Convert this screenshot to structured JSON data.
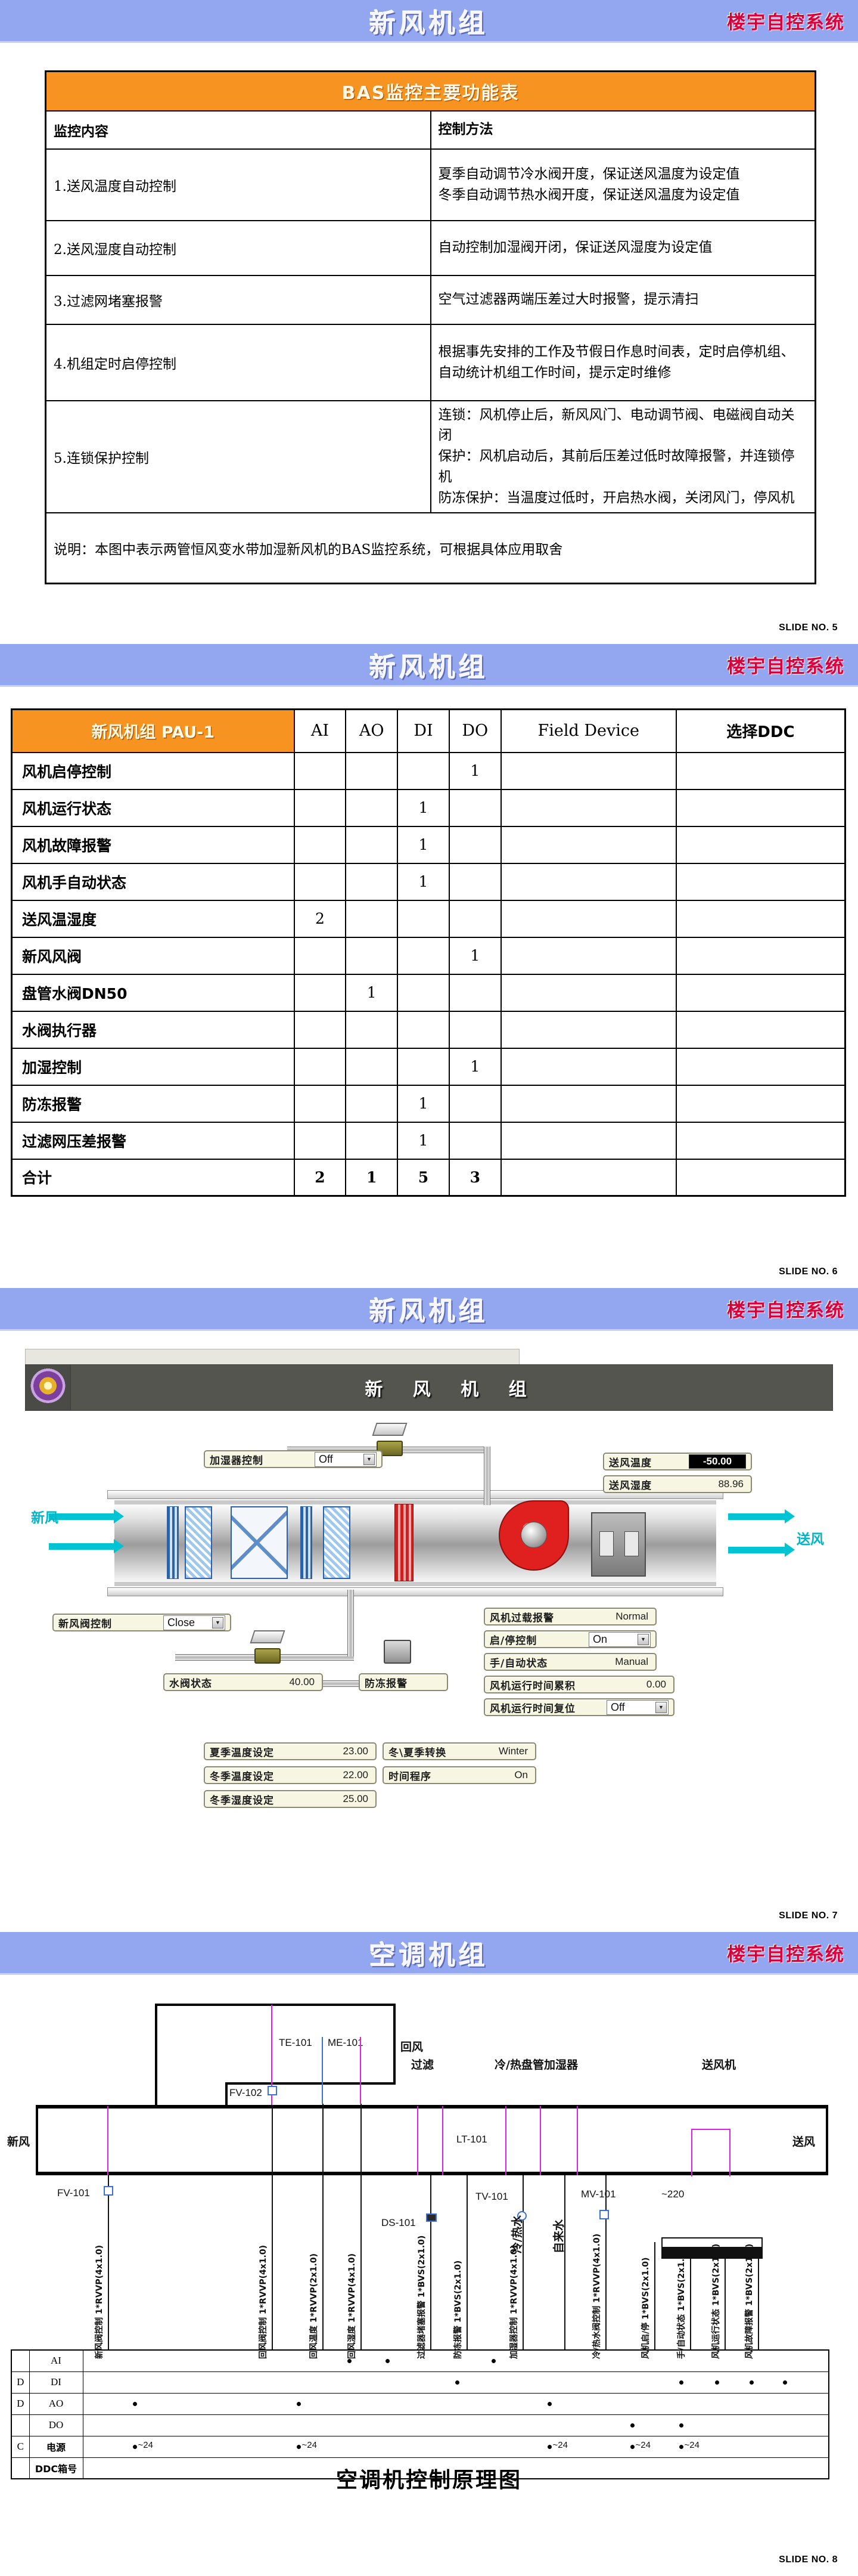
{
  "common": {
    "banner_sub": "楼宇自控系统"
  },
  "slide1": {
    "banner_title": "新风机组",
    "slide_no": "SLIDE NO. 5",
    "table": {
      "header": "BAS监控主要功能表",
      "col1": "监控内容",
      "col2": "控制方法",
      "rows": [
        {
          "item": "1.送风温度自动控制",
          "method": [
            "夏季自动调节冷水阀开度，保证送风温度为设定值",
            "冬季自动调节热水阀开度，保证送风温度为设定值"
          ]
        },
        {
          "item": "2.送风湿度自动控制",
          "method": [
            "自动控制加湿阀开闭，保证送风湿度为设定值"
          ]
        },
        {
          "item": "3.过滤网堵塞报警",
          "method": [
            "空气过滤器两端压差过大时报警，提示清扫"
          ]
        },
        {
          "item": "4.机组定时启停控制",
          "method": [
            "根据事先安排的工作及节假日作息时间表，定时启停机组、",
            "自动统计机组工作时间，提示定时维修"
          ]
        },
        {
          "item": "5.连锁保护控制",
          "method": [
            "连锁：风机停止后，新风风门、电动调节阀、电磁阀自动关闭",
            "保护：风机启动后，其前后压差过低时故障报警，并连锁停机",
            "防冻保护：当温度过低时，开启热水阀，关闭风门，停风机"
          ]
        }
      ],
      "note": "说明：本图中表示两管恒风变水带加湿新风机的BAS监控系统，可根据具体应用取舍"
    }
  },
  "slide2": {
    "banner_title": "新风机组",
    "slide_no": "SLIDE NO. 6",
    "table": {
      "headers": [
        "新风机组 PAU-1",
        "AI",
        "AO",
        "DI",
        "DO",
        "Field Device",
        "选择DDC"
      ],
      "rows": [
        {
          "name": "风机启停控制",
          "ai": "",
          "ao": "",
          "di": "",
          "do": "1",
          "field": "",
          "ddc": ""
        },
        {
          "name": "风机运行状态",
          "ai": "",
          "ao": "",
          "di": "1",
          "do": "",
          "field": "",
          "ddc": ""
        },
        {
          "name": "风机故障报警",
          "ai": "",
          "ao": "",
          "di": "1",
          "do": "",
          "field": "",
          "ddc": ""
        },
        {
          "name": "风机手自动状态",
          "ai": "",
          "ao": "",
          "di": "1",
          "do": "",
          "field": "",
          "ddc": ""
        },
        {
          "name": "送风温湿度",
          "ai": "2",
          "ao": "",
          "di": "",
          "do": "",
          "field": "",
          "ddc": ""
        },
        {
          "name": "新风风阀",
          "ai": "",
          "ao": "",
          "di": "",
          "do": "1",
          "field": "",
          "ddc": ""
        },
        {
          "name": "盘管水阀DN50",
          "ai": "",
          "ao": "1",
          "di": "",
          "do": "",
          "field": "",
          "ddc": ""
        },
        {
          "name": "水阀执行器",
          "ai": "",
          "ao": "",
          "di": "",
          "do": "",
          "field": "",
          "ddc": ""
        },
        {
          "name": "加湿控制",
          "ai": "",
          "ao": "",
          "di": "",
          "do": "1",
          "field": "",
          "ddc": ""
        },
        {
          "name": "防冻报警",
          "ai": "",
          "ao": "",
          "di": "1",
          "do": "",
          "field": "",
          "ddc": ""
        },
        {
          "name": "过滤网压差报警",
          "ai": "",
          "ao": "",
          "di": "1",
          "do": "",
          "field": "",
          "ddc": ""
        },
        {
          "name": "合计",
          "ai": "2",
          "ao": "1",
          "di": "5",
          "do": "3",
          "field": "",
          "ddc": ""
        }
      ]
    }
  },
  "slide3": {
    "banner_title": "新风机组",
    "slide_no": "SLIDE NO. 7",
    "hmi": {
      "window_title": "新 风 机 组",
      "air_in_label": "新风",
      "air_out_label": "送风",
      "faceplates": {
        "humidifier_control": {
          "label": "加湿器控制",
          "value": "Off",
          "type": "combo"
        },
        "fresh_air_damper": {
          "label": "新风阀控制",
          "value": "Close",
          "type": "combo"
        },
        "water_valve_status": {
          "label": "水阀状态",
          "value": "40.00",
          "type": "readout"
        },
        "frost_alarm": {
          "label": "防冻报警",
          "value": "",
          "type": "icon"
        },
        "supply_air_temp": {
          "label": "送风温度",
          "value": "-50.00",
          "type": "readout-dark"
        },
        "supply_air_humid": {
          "label": "送风湿度",
          "value": "88.96",
          "type": "readout"
        },
        "fan_overload_alarm": {
          "label": "风机过载报警",
          "value": "Normal",
          "type": "readout"
        },
        "start_stop_control": {
          "label": "启/停控制",
          "value": "On",
          "type": "combo"
        },
        "manual_auto_status": {
          "label": "手/自动状态",
          "value": "Manual",
          "type": "readout"
        },
        "fan_runtime_total": {
          "label": "风机运行时间累积",
          "value": "0.00",
          "type": "readout"
        },
        "fan_runtime_reset": {
          "label": "风机运行时间复位",
          "value": "Off",
          "type": "combo"
        },
        "summer_temp_set": {
          "label": "夏季温度设定",
          "value": "23.00",
          "type": "readout"
        },
        "winter_temp_set": {
          "label": "冬季温度设定",
          "value": "22.00",
          "type": "readout"
        },
        "winter_humid_set": {
          "label": "冬季湿度设定",
          "value": "25.00",
          "type": "readout"
        },
        "season_switch": {
          "label": "冬\\夏季转换",
          "value": "Winter",
          "type": "readout"
        },
        "time_program": {
          "label": "时间程序",
          "value": "On",
          "type": "readout"
        }
      }
    }
  },
  "slide4": {
    "banner_title": "空调机组",
    "slide_no": "SLIDE NO. 8",
    "diagram_title": "空调机控制原理图",
    "labels": {
      "fresh_air": "新风",
      "return_air": "回风",
      "supply_air": "送风",
      "filter": "过滤",
      "coil_humidifier": "冷/热盘管加湿器",
      "supply_fan": "送风机",
      "chilled_hot_water": "冷/热水",
      "tap_water": "自来水",
      "power_220": "~220"
    },
    "tags": [
      "TE-101",
      "ME-101",
      "FV-102",
      "FV-101",
      "LT-101",
      "DS-101",
      "TV-101",
      "MV-101"
    ],
    "vertical_labels": [
      "新风阀控制 1*RVVP(4x1.0)",
      "回风阀控制 1*RVVP(4x1.0)",
      "回风温度 1*RVVP(2x1.0)",
      "回风湿度 1*RVVP(4x1.0)",
      "过滤器堵塞报警 1*BVS(2x1.0)",
      "防冻报警 1*BVS(2x1.0)",
      "加湿器控制 1*RVVP(4x1.0)",
      "冷/热水阀控制 1*RVVP(4x1.0)",
      "风机启/停 1*BVS(2x1.0)",
      "手/自动状态 1*BVS(2x1.0)",
      "风机运行状态 1*BVS(2x1.0)",
      "风机故障报警 1*BVS(2x1.0)"
    ],
    "io_rows": [
      {
        "cat": "",
        "tag": "AI"
      },
      {
        "cat": "D",
        "tag": "DI"
      },
      {
        "cat": "D",
        "tag": "AO"
      },
      {
        "cat": "",
        "tag": "DO"
      },
      {
        "cat": "C",
        "tag": "电源"
      },
      {
        "cat": "",
        "tag": "DDC箱号"
      }
    ],
    "power_markers": [
      "~24",
      "~24",
      "~24",
      "~24",
      "~24"
    ]
  }
}
